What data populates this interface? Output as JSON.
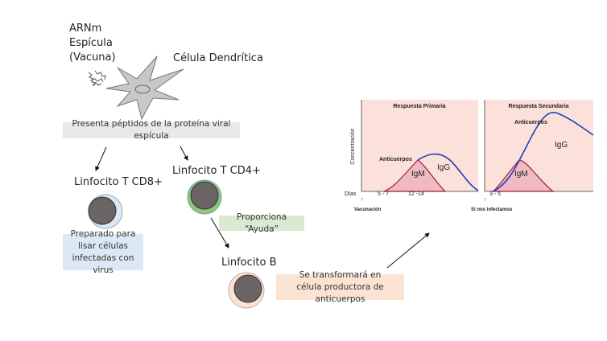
{
  "vaccine": {
    "line1": "ARNm",
    "line2": "Espícula",
    "line3": "(Vacuna)"
  },
  "dendritic_cell": {
    "label": "Célula Dendrítica",
    "caption": "Presenta péptidos de la proteína viral espícula"
  },
  "cd8": {
    "label": "Linfocito T CD8+",
    "caption": "Preparado para lisar células infectadas con virus",
    "color": "#dce9f5"
  },
  "cd4": {
    "label": "Linfocito T CD4+",
    "caption": "Proporciona “Ayuda”",
    "color": "#d9ead3"
  },
  "b_cell": {
    "label": "Linfocito B",
    "caption": "Se transformará en célula productora de anticuerpos",
    "color": "#fbe3d3"
  },
  "chart": {
    "y_label": "Concentración",
    "primary": {
      "title": "Respuesta Primaria",
      "antibodies": "Anticuerpos",
      "igm": "IgM",
      "igg": "IgG",
      "days_label": "Días",
      "tick1": "5 - 7",
      "tick2": "12 -14",
      "event": "Vacunación"
    },
    "secondary": {
      "title": "Respuesta Secundaria",
      "antibodies": "Anticuerpos",
      "igm": "IgM",
      "igg": "IgG",
      "tick1": "3 - 5",
      "event": "Si nos infectamos"
    },
    "colors": {
      "panel": "#fbe1da",
      "igm": "#9b2335",
      "igm_fill": "#f0b9c3",
      "igg": "#1f3fbf"
    }
  }
}
